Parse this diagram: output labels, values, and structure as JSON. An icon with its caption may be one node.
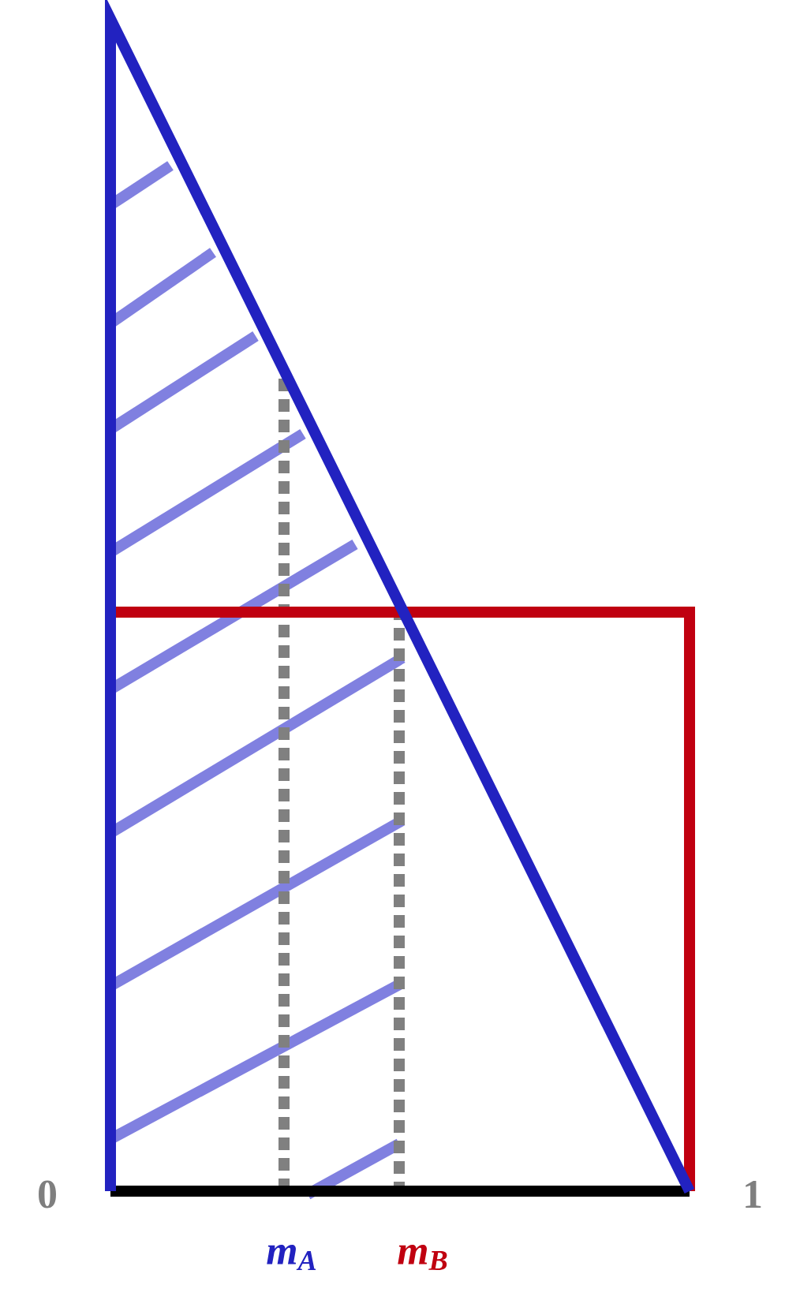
{
  "diagram": {
    "labels": [
      "0",
      "1",
      "m$_{A}$",
      "m$_{B}$"
    ]
  }
}
